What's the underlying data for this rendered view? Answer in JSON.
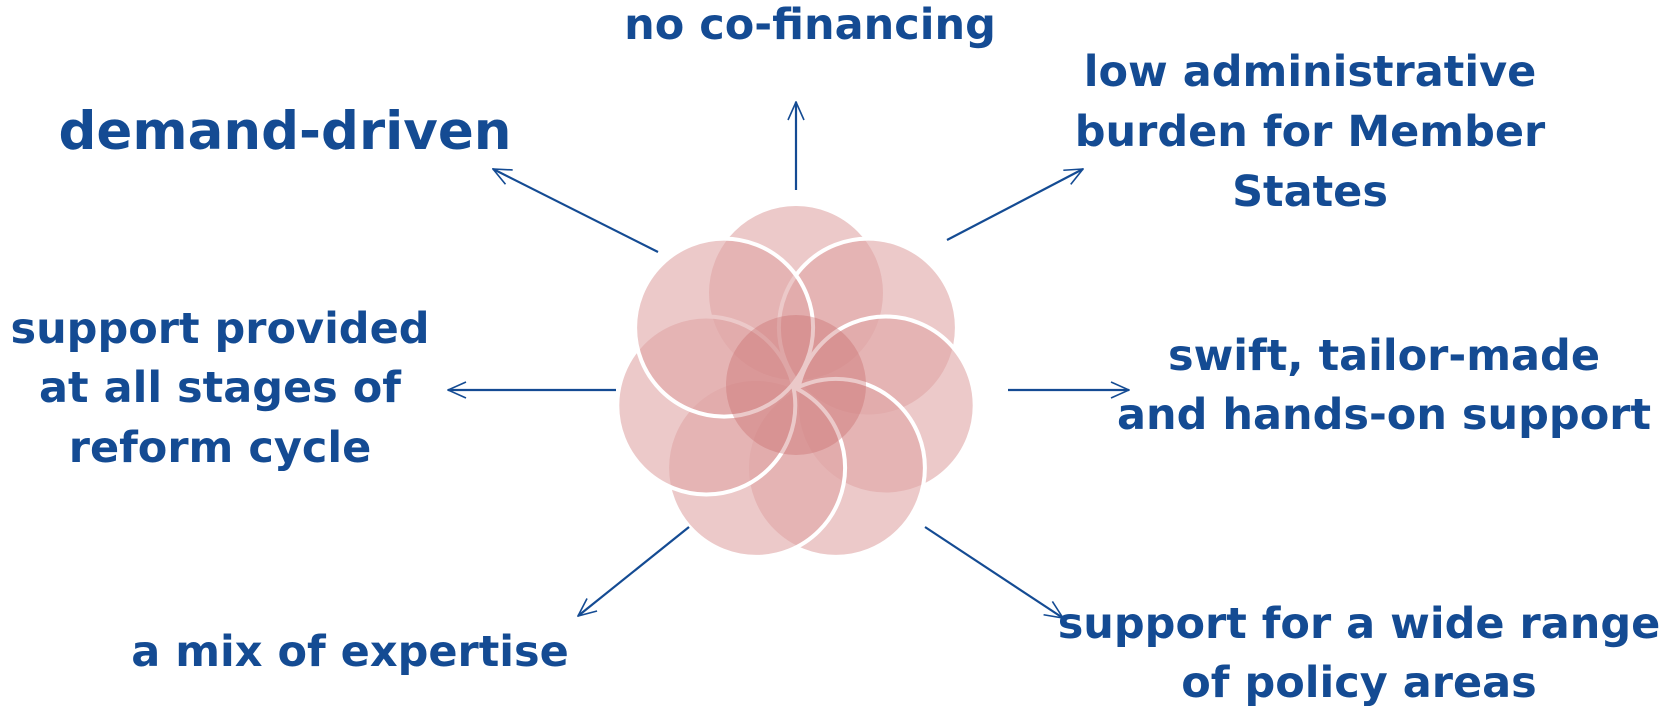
{
  "colors": {
    "text": "#144b93",
    "arrow": "#144b93",
    "petal_light": "#e0a8a8",
    "petal_dark": "#c56363",
    "petal_outline": "#ffffff"
  },
  "petals": {
    "count": 7,
    "icon": "flower-of-overlapping-circles-icon"
  },
  "labels": {
    "top": "no co-financing",
    "top_left": "demand-driven",
    "top_right": "low administrative\nburden for Member\nStates",
    "left": "support provided\nat all stages of\nreform cycle",
    "right": "swift, tailor-made\nand hands-on support",
    "bottom_left": "a mix of expertise",
    "bottom_right": "support for a wide range\nof policy areas"
  }
}
